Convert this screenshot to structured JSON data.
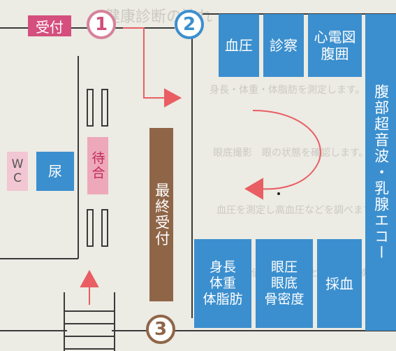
{
  "reception_tag": "受付",
  "checkpoints": [
    "1",
    "2",
    "3"
  ],
  "rooms": {
    "blood_pressure": "血圧",
    "exam": "診察",
    "ecg_abdomen": [
      "心電図",
      "腹囲"
    ],
    "ultrasound": "腹部超音波・乳腺エコー",
    "body_measure": [
      "身長",
      "体重",
      "体脂肪"
    ],
    "eye_bone": [
      "眼圧",
      "眼底",
      "骨密度"
    ],
    "blood_draw": "採血"
  },
  "restroom": {
    "wc": "WC",
    "urine": "尿"
  },
  "waiting": "待合",
  "final_reception": "最終受付",
  "colors": {
    "room_blue": "#3b8fce",
    "pink": "#eda8ba",
    "pink_text": "#c12a58",
    "final_brown": "#8f6548",
    "arrow_red": "#e85e63",
    "wall": "#3a3a3a"
  }
}
